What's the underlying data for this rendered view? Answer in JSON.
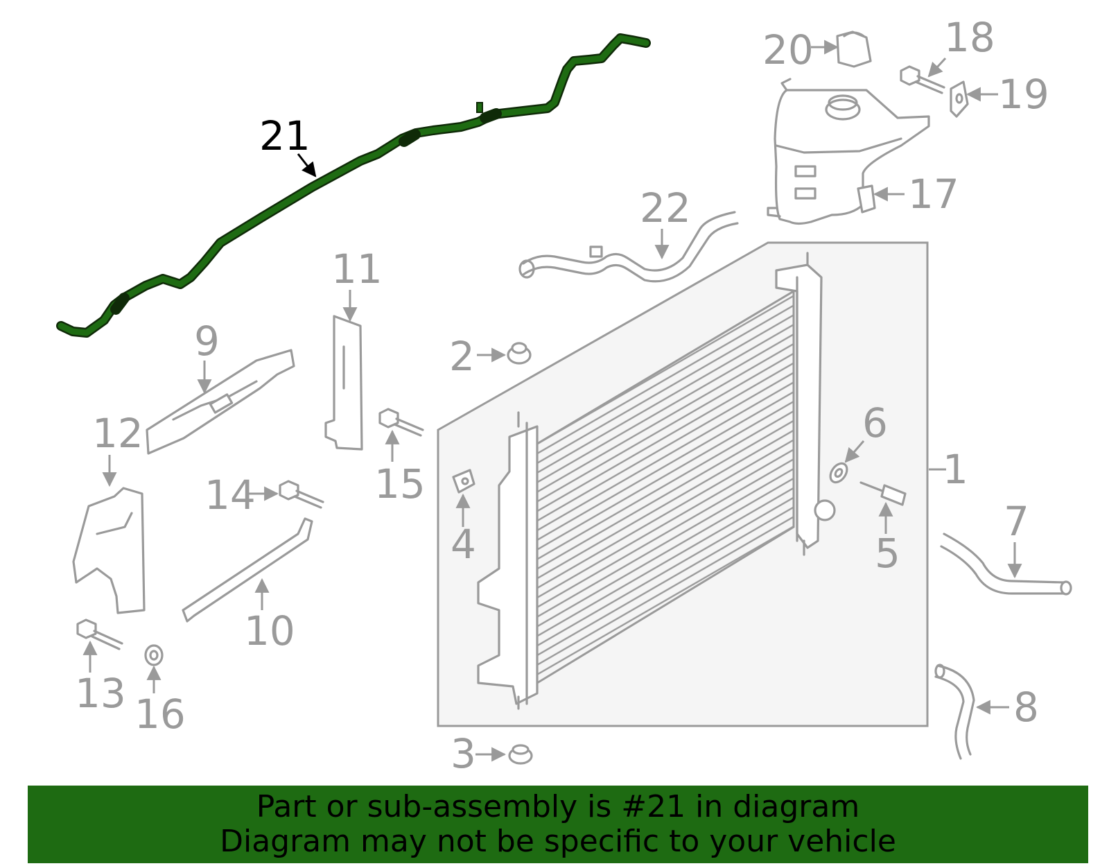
{
  "diagram": {
    "highlighted_part": "21",
    "highlight_color": "#1e6b12",
    "outline_color": "#9a9a9a",
    "callouts": {
      "p1": "1",
      "p2": "2",
      "p3": "3",
      "p4": "4",
      "p5": "5",
      "p6": "6",
      "p7": "7",
      "p8": "8",
      "p9": "9",
      "p10": "10",
      "p11": "11",
      "p12": "12",
      "p13": "13",
      "p14": "14",
      "p15": "15",
      "p16": "16",
      "p17": "17",
      "p18": "18",
      "p19": "19",
      "p20": "20",
      "p21": "21",
      "p22": "22"
    }
  },
  "banner": {
    "line1": "Part or sub-assembly is #21 in diagram",
    "line2": "Diagram may not be specific to your vehicle",
    "background": "#1e6b12"
  }
}
